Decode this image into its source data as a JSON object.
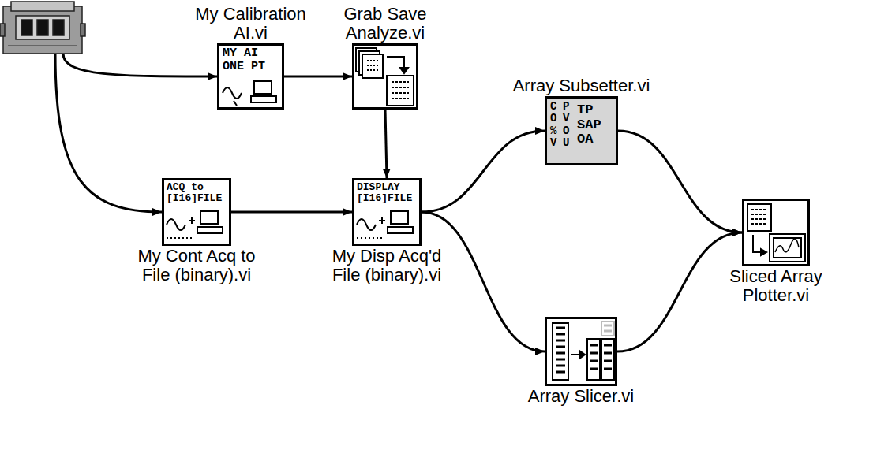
{
  "diagram": {
    "nodes": [
      {
        "text": [
          "My Calibration AI.vi",
          "MY AI ONE PT"
        ]
      },
      {
        "text": [
          "Grab Save Analyze.vi"
        ]
      },
      {
        "text": [
          "Array Subsetter.vi",
          "C O % V",
          "P V O U",
          "TP SAP OA"
        ]
      },
      {
        "text": [
          "My Cont Acq to File (binary).vi",
          "ACQ to [I16]FILE"
        ]
      },
      {
        "text": [
          "My Disp Acq'd File (binary).vi",
          "DISPLAY [I16]FILE"
        ]
      },
      {
        "text": [
          "Sliced Array Plotter.vi"
        ]
      },
      {
        "text": [
          "Array Slicer.vi"
        ]
      }
    ],
    "edges": [
      {
        "from": 0,
        "to": 1,
        "arrow": "to"
      },
      {
        "from": 1,
        "to": 4,
        "arrow": "to"
      },
      {
        "from": 3,
        "to": 4,
        "arrow": "to"
      },
      {
        "from": 4,
        "to": 2,
        "arrow": "to"
      },
      {
        "from": 4,
        "to": 6,
        "arrow": "to"
      },
      {
        "from": 2,
        "to": 5,
        "arrow": "to"
      },
      {
        "from": 6,
        "to": 5,
        "arrow": "to"
      }
    ]
  }
}
